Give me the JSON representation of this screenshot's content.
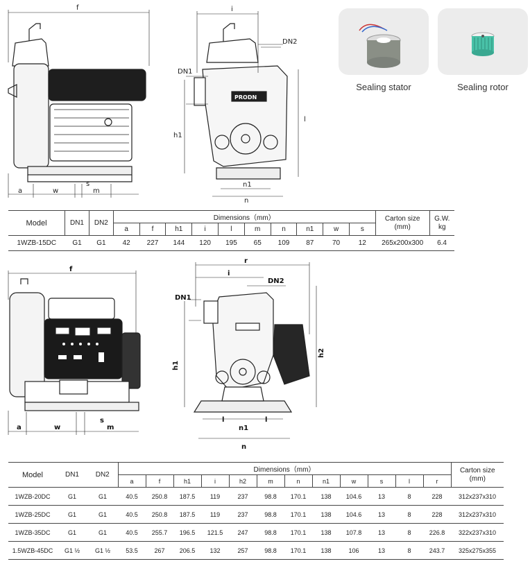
{
  "top_drawing": {
    "labels": {
      "f": "f",
      "i": "i",
      "dn2": "DN2",
      "dn1": "DN1",
      "h1": "h1",
      "l": "l",
      "a": "a",
      "w": "w",
      "s": "s",
      "m": "m",
      "n1": "n1",
      "n": "n",
      "brand": "PRODN"
    }
  },
  "photos": [
    {
      "caption": "Sealing stator",
      "icon": "stator-coil-icon"
    },
    {
      "caption": "Sealing rotor",
      "icon": "rotor-icon"
    }
  ],
  "table1": {
    "headers": {
      "model": "Model",
      "dn1": "DN1",
      "dn2": "DN2",
      "dimensions": "Dimensions（mm）",
      "carton": "Carton size\n(mm)",
      "gw": "G.W.\nkg"
    },
    "sub_headers": [
      "a",
      "f",
      "h1",
      "i",
      "l",
      "m",
      "n",
      "n1",
      "w",
      "s"
    ],
    "rows": [
      {
        "model": "1WZB-15DC",
        "dn1": "G1",
        "dn2": "G1",
        "dims": [
          "42",
          "227",
          "144",
          "120",
          "195",
          "65",
          "109",
          "87",
          "70",
          "12"
        ],
        "carton": "265x200x300",
        "gw": "6.4"
      }
    ]
  },
  "bottom_drawing": {
    "labels": {
      "f": "f",
      "r": "r",
      "i": "i",
      "dn2": "DN2",
      "dn1": "DN1",
      "h1": "h1",
      "h2": "h2",
      "a": "a",
      "w": "w",
      "s": "s",
      "m": "m",
      "l_left": "l",
      "l_right": "l",
      "n1": "n1",
      "n": "n"
    }
  },
  "table2": {
    "headers": {
      "model": "Model",
      "dn1": "DN1",
      "dn2": "DN2",
      "dimensions": "Dimensions（mm）",
      "carton": "Carton size\n(mm)"
    },
    "sub_headers": [
      "a",
      "f",
      "h1",
      "i",
      "h2",
      "m",
      "n",
      "n1",
      "w",
      "s",
      "l",
      "r"
    ],
    "rows": [
      {
        "model": "1WZB-20DC",
        "dn1": "G1",
        "dn2": "G1",
        "dims": [
          "40.5",
          "250.8",
          "187.5",
          "119",
          "237",
          "98.8",
          "170.1",
          "138",
          "104.6",
          "13",
          "8",
          "228"
        ],
        "carton": "312x237x310"
      },
      {
        "model": "1WZB-25DC",
        "dn1": "G1",
        "dn2": "G1",
        "dims": [
          "40.5",
          "250.8",
          "187.5",
          "119",
          "237",
          "98.8",
          "170.1",
          "138",
          "104.6",
          "13",
          "8",
          "228"
        ],
        "carton": "312x237x310"
      },
      {
        "model": "1WZB-35DC",
        "dn1": "G1",
        "dn2": "G1",
        "dims": [
          "40.5",
          "255.7",
          "196.5",
          "121.5",
          "247",
          "98.8",
          "170.1",
          "138",
          "107.8",
          "13",
          "8",
          "226.8"
        ],
        "carton": "322x237x310"
      },
      {
        "model": "1.5WZB-45DC",
        "dn1": "G1 ½",
        "dn2": "G1 ½",
        "dims": [
          "53.5",
          "267",
          "206.5",
          "132",
          "257",
          "98.8",
          "170.1",
          "138",
          "106",
          "13",
          "8",
          "243.7"
        ],
        "carton": "325x275x355"
      }
    ]
  },
  "colors": {
    "line": "#222222",
    "stator_band": "#8a8f86",
    "rotor": "#49c2a8",
    "card_bg": "#ececec"
  }
}
